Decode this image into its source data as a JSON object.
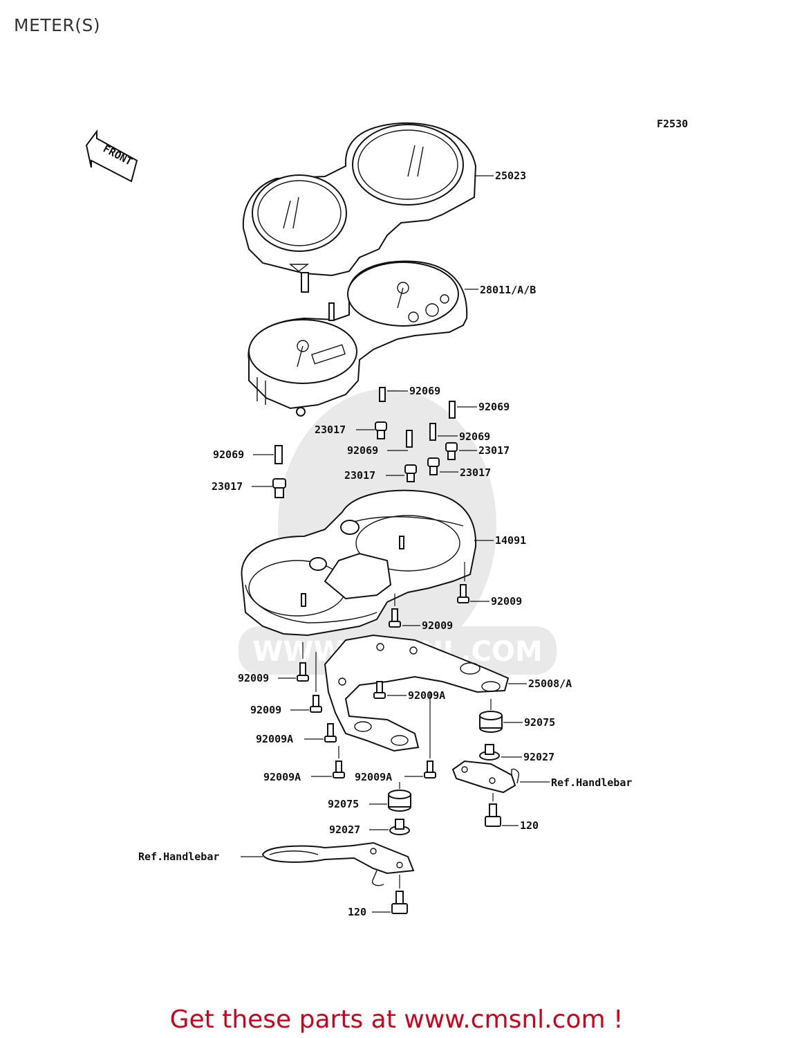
{
  "page": {
    "title": "METER(S)"
  },
  "diagram": {
    "figure_code": "F2530",
    "front_marker": "FRONT",
    "watermark": "WWW.CMSNL.COM",
    "labels": {
      "p25023": "25023",
      "p28011": "28011/A/B",
      "p92069_a": "92069",
      "p92069_b": "92069",
      "p23017_a": "23017",
      "p92069_c": "92069",
      "p92069_d": "92069",
      "p23017_b": "23017",
      "p92069_e": "92069",
      "p23017_c": "23017",
      "p23017_d": "23017",
      "p23017_e": "23017",
      "p14091": "14091",
      "p92009_a": "92009",
      "p92009_b": "92009",
      "p92009_c": "92009",
      "p25008": "25008/A",
      "p92009A_a": "92009A",
      "p92009_d": "92009",
      "p92075_a": "92075",
      "p92009A_b": "92009A",
      "p92027_a": "92027",
      "p92009A_c": "92009A",
      "p92009A_d": "92009A",
      "ref_handlebar_a": "Ref.Handlebar",
      "p92075_b": "92075",
      "p120_a": "120",
      "p92027_b": "92027",
      "ref_handlebar_b": "Ref.Handlebar",
      "p120_b": "120"
    }
  },
  "promo": {
    "text": "Get these parts at www.cmsnl.com !",
    "color": "#d0021b"
  }
}
